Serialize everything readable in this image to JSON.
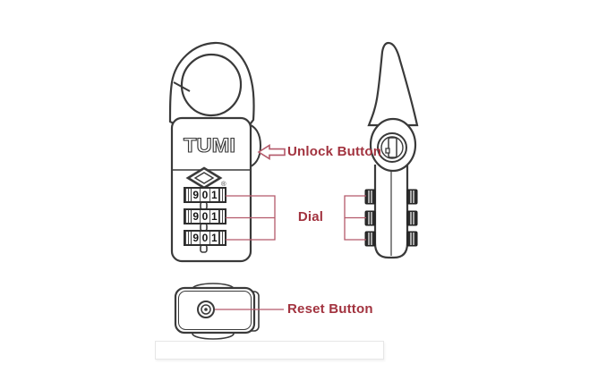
{
  "labels": {
    "unlock": "Unlock Button",
    "dial": "Dial",
    "reset": "Reset Button"
  },
  "brand": {
    "logo": "TUMI",
    "registered": "®"
  },
  "dials": {
    "rows": [
      [
        "9",
        "0",
        "1"
      ],
      [
        "9",
        "0",
        "1"
      ],
      [
        "9",
        "0",
        "1"
      ]
    ]
  },
  "colors": {
    "ink": "#3a3a3a",
    "label": "#a2333f",
    "line": "#b4596a"
  }
}
